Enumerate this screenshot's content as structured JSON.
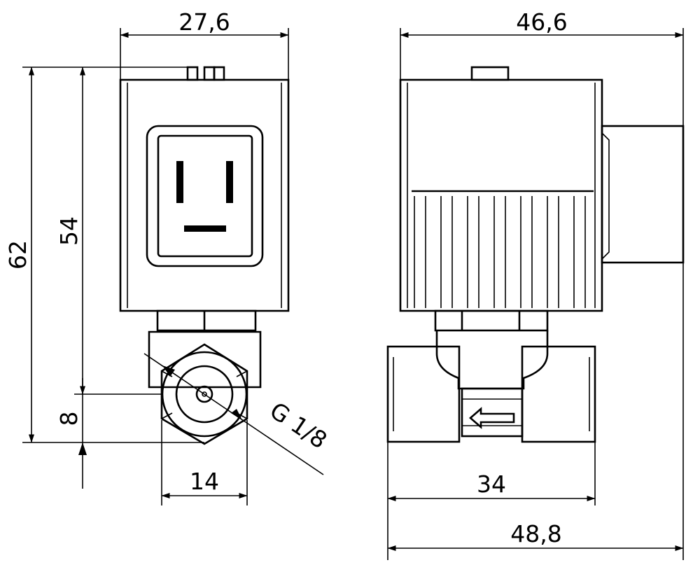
{
  "dimensions": {
    "front_width": "27,6",
    "side_width": "46,6",
    "total_height": "62",
    "height_to_axis": "54",
    "axis_height": "8",
    "hex_width": "14",
    "thread_spec": "G 1/8",
    "inner_length": "34",
    "total_length": "48,8"
  },
  "colors": {
    "stroke": "#000000",
    "background": "#ffffff"
  }
}
